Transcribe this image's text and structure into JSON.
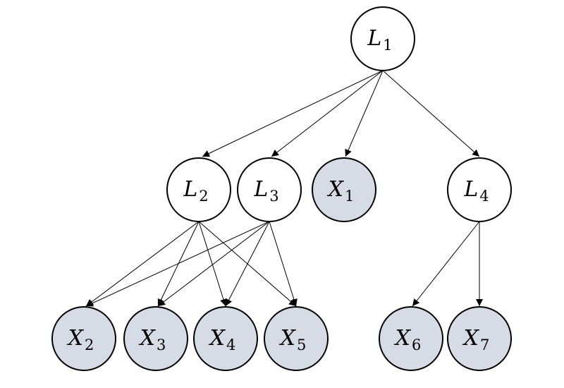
{
  "colors": {
    "latent_fill": "#ffffff",
    "observed_fill": "#d6dce5",
    "stroke": "#000000"
  },
  "nodes": [
    {
      "id": "L1",
      "var": "L",
      "sub": "1",
      "kind": "latent"
    },
    {
      "id": "L2",
      "var": "L",
      "sub": "2",
      "kind": "latent"
    },
    {
      "id": "L3",
      "var": "L",
      "sub": "3",
      "kind": "latent"
    },
    {
      "id": "X1",
      "var": "X",
      "sub": "1",
      "kind": "observed"
    },
    {
      "id": "L4",
      "var": "L",
      "sub": "4",
      "kind": "latent"
    },
    {
      "id": "X2",
      "var": "X",
      "sub": "2",
      "kind": "observed"
    },
    {
      "id": "X3",
      "var": "X",
      "sub": "3",
      "kind": "observed"
    },
    {
      "id": "X4",
      "var": "X",
      "sub": "4",
      "kind": "observed"
    },
    {
      "id": "X5",
      "var": "X",
      "sub": "5",
      "kind": "observed"
    },
    {
      "id": "X6",
      "var": "X",
      "sub": "6",
      "kind": "observed"
    },
    {
      "id": "X7",
      "var": "X",
      "sub": "7",
      "kind": "observed"
    }
  ],
  "edges": [
    {
      "from": "L1",
      "to": "L2"
    },
    {
      "from": "L1",
      "to": "L3"
    },
    {
      "from": "L1",
      "to": "X1"
    },
    {
      "from": "L1",
      "to": "L4"
    },
    {
      "from": "L2",
      "to": "X2"
    },
    {
      "from": "L2",
      "to": "X3"
    },
    {
      "from": "L2",
      "to": "X4"
    },
    {
      "from": "L2",
      "to": "X5"
    },
    {
      "from": "L3",
      "to": "X2"
    },
    {
      "from": "L3",
      "to": "X3"
    },
    {
      "from": "L3",
      "to": "X4"
    },
    {
      "from": "L3",
      "to": "X5"
    },
    {
      "from": "L4",
      "to": "X6"
    },
    {
      "from": "L4",
      "to": "X7"
    }
  ]
}
